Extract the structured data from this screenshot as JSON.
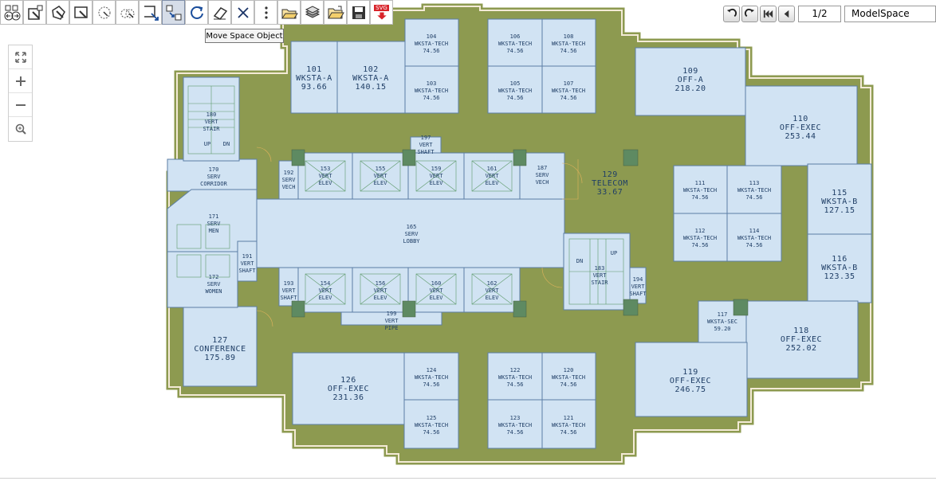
{
  "toolbar": {
    "buttons": [
      {
        "name": "undo-redo-button",
        "icon": "undo-redo-icon"
      },
      {
        "name": "select-button",
        "icon": "select-icon"
      },
      {
        "name": "draw-polygon-button",
        "icon": "draw-polygon-icon"
      },
      {
        "name": "draw-rect-button",
        "icon": "draw-rect-icon"
      },
      {
        "name": "circle-select-button",
        "icon": "circle-select-icon"
      },
      {
        "name": "multi-circle-button",
        "icon": "multi-circle-icon"
      },
      {
        "name": "resize-button",
        "icon": "resize-icon"
      },
      {
        "name": "move-space-button",
        "icon": "move-space-icon",
        "active": true
      },
      {
        "name": "rotate-button",
        "icon": "rotate-icon"
      },
      {
        "name": "eraser-button",
        "icon": "eraser-icon"
      },
      {
        "name": "delete-button",
        "icon": "delete-icon"
      },
      {
        "name": "more-button",
        "icon": "more-icon"
      },
      {
        "name": "open-button",
        "icon": "open-folder-icon"
      },
      {
        "name": "layers-button",
        "icon": "layers-icon"
      },
      {
        "name": "open-file-button",
        "icon": "open-file-icon"
      },
      {
        "name": "save-button",
        "icon": "save-icon"
      },
      {
        "name": "export-svg-button",
        "icon": "svg-export-icon",
        "label": "SVG"
      }
    ],
    "tooltip": "Move Space Object"
  },
  "nav": {
    "page": "1/2",
    "space": "ModelSpace"
  },
  "zoom": {
    "buttons": [
      {
        "name": "fit-extents-button",
        "icon": "expand-icon"
      },
      {
        "name": "zoom-in-button",
        "icon": "plus-icon"
      },
      {
        "name": "zoom-out-button",
        "icon": "minus-icon"
      },
      {
        "name": "zoom-window-button",
        "icon": "magnifier-icon"
      }
    ]
  },
  "rooms": [
    {
      "id": "r101",
      "l1": "101",
      "l2": "WKSTA-A",
      "l3": "93.66"
    },
    {
      "id": "r102",
      "l1": "102",
      "l2": "WKSTA-A",
      "l3": "140.15"
    },
    {
      "id": "r104",
      "l1": "104",
      "l2": "WKSTA-TECH",
      "l3": "74.56"
    },
    {
      "id": "r103",
      "l1": "103",
      "l2": "WKSTA-TECH",
      "l3": "74.56"
    },
    {
      "id": "r106",
      "l1": "106",
      "l2": "WKSTA-TECH",
      "l3": "74.56"
    },
    {
      "id": "r108",
      "l1": "108",
      "l2": "WKSTA-TECH",
      "l3": "74.56"
    },
    {
      "id": "r105",
      "l1": "105",
      "l2": "WKSTA-TECH",
      "l3": "74.56"
    },
    {
      "id": "r107",
      "l1": "107",
      "l2": "WKSTA-TECH",
      "l3": "74.56"
    },
    {
      "id": "r109",
      "l1": "109",
      "l2": "OFF-A",
      "l3": "218.20"
    },
    {
      "id": "r110",
      "l1": "110",
      "l2": "OFF-EXEC",
      "l3": "253.44"
    },
    {
      "id": "r111",
      "l1": "111",
      "l2": "WKSTA-TECH",
      "l3": "74.56"
    },
    {
      "id": "r113",
      "l1": "113",
      "l2": "WKSTA-TECH",
      "l3": "74.56"
    },
    {
      "id": "r112",
      "l1": "112",
      "l2": "WKSTA-TECH",
      "l3": "74.56"
    },
    {
      "id": "r114",
      "l1": "114",
      "l2": "WKSTA-TECH",
      "l3": "74.56"
    },
    {
      "id": "r115",
      "l1": "115",
      "l2": "WKSTA-B",
      "l3": "127.15"
    },
    {
      "id": "r116",
      "l1": "116",
      "l2": "WKSTA-B",
      "l3": "123.35"
    },
    {
      "id": "r117",
      "l1": "117",
      "l2": "WKSTA-SEC",
      "l3": "59.20"
    },
    {
      "id": "r118",
      "l1": "118",
      "l2": "OFF-EXEC",
      "l3": "252.02"
    },
    {
      "id": "r119",
      "l1": "119",
      "l2": "OFF-EXEC",
      "l3": "246.75"
    },
    {
      "id": "r127",
      "l1": "127",
      "l2": "CONFERENCE",
      "l3": "175.89"
    },
    {
      "id": "r126",
      "l1": "126",
      "l2": "OFF-EXEC",
      "l3": "231.36"
    },
    {
      "id": "r124",
      "l1": "124",
      "l2": "WKSTA-TECH",
      "l3": "74.56"
    },
    {
      "id": "r125",
      "l1": "125",
      "l2": "WKSTA-TECH",
      "l3": "74.56"
    },
    {
      "id": "r122",
      "l1": "122",
      "l2": "WKSTA-TECH",
      "l3": "74.56"
    },
    {
      "id": "r120",
      "l1": "120",
      "l2": "WKSTA-TECH",
      "l3": "74.56"
    },
    {
      "id": "r123",
      "l1": "123",
      "l2": "WKSTA-TECH",
      "l3": "74.56"
    },
    {
      "id": "r121",
      "l1": "121",
      "l2": "WKSTA-TECH",
      "l3": "74.56"
    },
    {
      "id": "r129",
      "l1": "129",
      "l2": "TELECOM",
      "l3": "33.67"
    },
    {
      "id": "r165",
      "l1": "165",
      "l2": "SERV",
      "l3": "LOBBY"
    },
    {
      "id": "r170",
      "l1": "170",
      "l2": "SERV",
      "l3": "CORRIDOR"
    },
    {
      "id": "r171",
      "l1": "171",
      "l2": "SERV",
      "l3": "MEN"
    },
    {
      "id": "r172",
      "l1": "172",
      "l2": "SERV",
      "l3": "WOMEN"
    },
    {
      "id": "r180",
      "l1": "180",
      "l2": "VERT",
      "l3": "STAIR"
    },
    {
      "id": "r183",
      "l1": "183",
      "l2": "VERT",
      "l3": "STAIR"
    },
    {
      "id": "r191",
      "l1": "191",
      "l2": "VERT",
      "l3": "SHAFT"
    },
    {
      "id": "r194",
      "l1": "194",
      "l2": "VERT",
      "l3": "SHAFT"
    },
    {
      "id": "r193",
      "l1": "193",
      "l2": "VERT",
      "l3": "SHAFT"
    },
    {
      "id": "r192",
      "l1": "192",
      "l2": "SERV",
      "l3": "VECH"
    },
    {
      "id": "r197",
      "l1": "197",
      "l2": "VERT",
      "l3": "SHAFT"
    },
    {
      "id": "r187",
      "l1": "187",
      "l2": "SERV",
      "l3": "VECH"
    },
    {
      "id": "r153",
      "l1": "153",
      "l2": "VERT",
      "l3": "ELEV"
    },
    {
      "id": "r155",
      "l1": "155",
      "l2": "VERT",
      "l3": "ELEV"
    },
    {
      "id": "r159",
      "l1": "159",
      "l2": "VERT",
      "l3": "ELEV"
    },
    {
      "id": "r161",
      "l1": "161",
      "l2": "VERT",
      "l3": "ELEV"
    },
    {
      "id": "r154",
      "l1": "154",
      "l2": "VERT",
      "l3": "ELEV"
    },
    {
      "id": "r156",
      "l1": "156",
      "l2": "VERT",
      "l3": "ELEV"
    },
    {
      "id": "r160",
      "l1": "160",
      "l2": "VERT",
      "l3": "ELEV"
    },
    {
      "id": "r162",
      "l1": "162",
      "l2": "VERT",
      "l3": "ELEV"
    },
    {
      "id": "r199",
      "l1": "199",
      "l2": "VERT",
      "l3": "PIPE"
    }
  ],
  "stair_marks": {
    "up": "UP",
    "dn": "DN"
  }
}
